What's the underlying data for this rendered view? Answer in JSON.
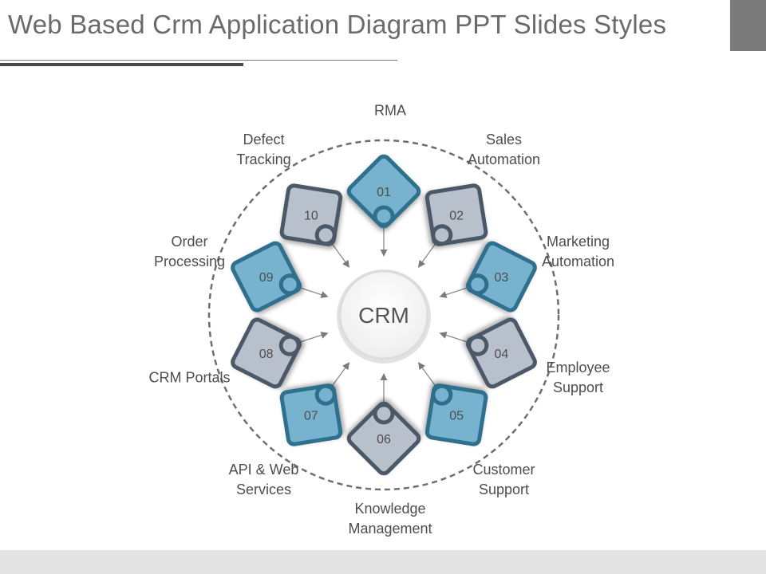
{
  "title": "Web Based Crm Application Diagram PPT Slides Styles",
  "center_label": "CRM",
  "colors": {
    "blue_fill": "#77b3cf",
    "blue_stroke": "#2f6f8d",
    "gray_fill": "#b8c1cb",
    "gray_stroke": "#4b5868",
    "accent_bar": "#7b7b7b",
    "footer": "#e3e3e3"
  },
  "items": [
    {
      "num": "01",
      "label": "RMA",
      "color": "blue"
    },
    {
      "num": "02",
      "label": "Sales\nAutomation",
      "color": "gray"
    },
    {
      "num": "03",
      "label": "Marketing\nAutomation",
      "color": "blue"
    },
    {
      "num": "04",
      "label": "Employee\nSupport",
      "color": "gray"
    },
    {
      "num": "05",
      "label": "Customer\nSupport",
      "color": "blue"
    },
    {
      "num": "06",
      "label": "Knowledge\nManagement",
      "color": "gray"
    },
    {
      "num": "07",
      "label": "API & Web\nServices",
      "color": "blue"
    },
    {
      "num": "08",
      "label": "CRM Portals",
      "color": "gray"
    },
    {
      "num": "09",
      "label": "Order\nProcessing",
      "color": "blue"
    },
    {
      "num": "10",
      "label": "Defect\nTracking",
      "color": "gray"
    }
  ]
}
